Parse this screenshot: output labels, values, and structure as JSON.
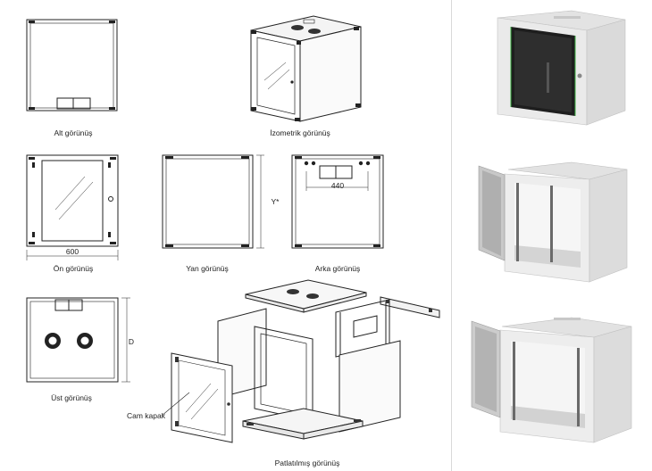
{
  "views": {
    "bottom": "Alt görünüş",
    "isometric": "İzometrik görünüş",
    "front": "Ön görünüş",
    "side": "Yan görünüş",
    "rear": "Arka görünüş",
    "top": "Üst görünüş",
    "exploded": "Patlatılmış görünüş"
  },
  "dimensions": {
    "width": "600",
    "rear_width": "440",
    "height": "Y*",
    "depth": "D"
  },
  "callouts": {
    "glass_door": "Cam kapak"
  },
  "photos": {
    "count": 3
  }
}
